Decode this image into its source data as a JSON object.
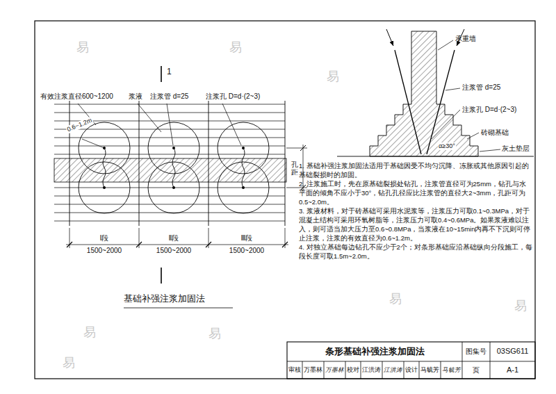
{
  "diagram": {
    "title": "条形基础补强注浆加固法",
    "caption": "基础补强注浆加固法",
    "labels": [
      "有效注浆直径600~1200",
      "浆液",
      "注浆管 d=25",
      "注浆孔 D=d·(2~3)",
      "0.6~1.2m",
      "孔距",
      "Ⅰ段",
      "1500~2000",
      "Ⅱ段",
      "1500~2000",
      "Ⅲ段",
      "1500~2000",
      "1",
      "承重墙",
      "注浆管 d=25",
      "注浆孔 D=d·(2~3)",
      "砖砌基础",
      "α≥30°",
      "灰土垫层",
      "1. 基础补强注浆加固法适用于基础因受不均匀沉降、冻胀或其他原因引起的基础裂损时的加固。",
      "2. 注浆施工时，先在原基础裂损处钻孔，注浆管直径可为25mm，钻孔与水平面的倾角不应小于30°，钻孔孔径应比注浆管的直径大2~3mm，孔距可为0.5~2.0m。",
      "3. 浆液材料，对于砖基础可采用水泥浆等，注浆压力可取0.1~0.3MPa，对于混凝土结构可采用环氧树脂等，注浆压力可取0.4~0.6MPa。如果浆液难以注入，则可适当加大压力至0.6~0.8MPa，当浆液在10~15min内再不下沉则可停止注浆，注浆的有效直径为0.6~1.2m。",
      "4. 对独立基础每边钻孔不应少于2个；对条形基础应沿基础纵向分段施工，每段长度可取1.5m~2.0m。",
      "图集号",
      "03SG611",
      "审核",
      "万墨林",
      "万墨林",
      "校对",
      "江洪涛",
      "江洪涛",
      "设计",
      "马毓芳",
      "马毓芳",
      "页",
      "A-1",
      "易",
      "易",
      "易",
      "易",
      "易",
      "易",
      "易",
      "易"
    ]
  }
}
